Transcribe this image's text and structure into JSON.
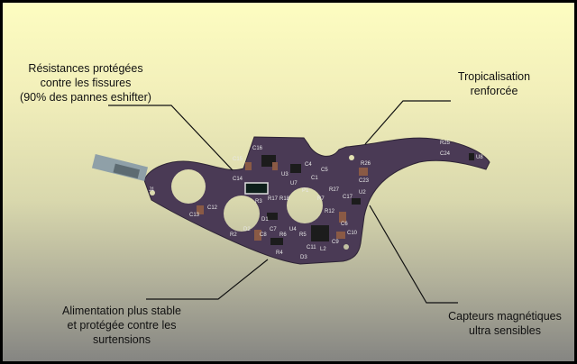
{
  "callouts": {
    "top_left": [
      "Résistances protégées",
      "contre les fissures",
      "(90% des pannes eshifter)"
    ],
    "top_right": [
      "Tropicalisation",
      "renforcée"
    ],
    "bottom_left": [
      "Alimentation plus stable",
      "et protégée contre les",
      "surtensions"
    ],
    "bottom_right": [
      "Capteurs magnétiques",
      "ultra sensibles"
    ]
  },
  "pcb": {
    "color": "#4a3a55",
    "refs": [
      "J1",
      "C15",
      "C16",
      "U3",
      "C14",
      "R3",
      "R17",
      "R18",
      "U7",
      "C4",
      "C5",
      "C1",
      "P1",
      "R27",
      "R7",
      "C17",
      "R12",
      "C6",
      "U2",
      "C13",
      "C12",
      "D1",
      "R2",
      "D2",
      "C8",
      "C7",
      "R6",
      "U4",
      "R5",
      "R4",
      "C11",
      "L2",
      "C9",
      "C10",
      "D3",
      "R26",
      "C23",
      "R25",
      "C24",
      "U8"
    ]
  }
}
